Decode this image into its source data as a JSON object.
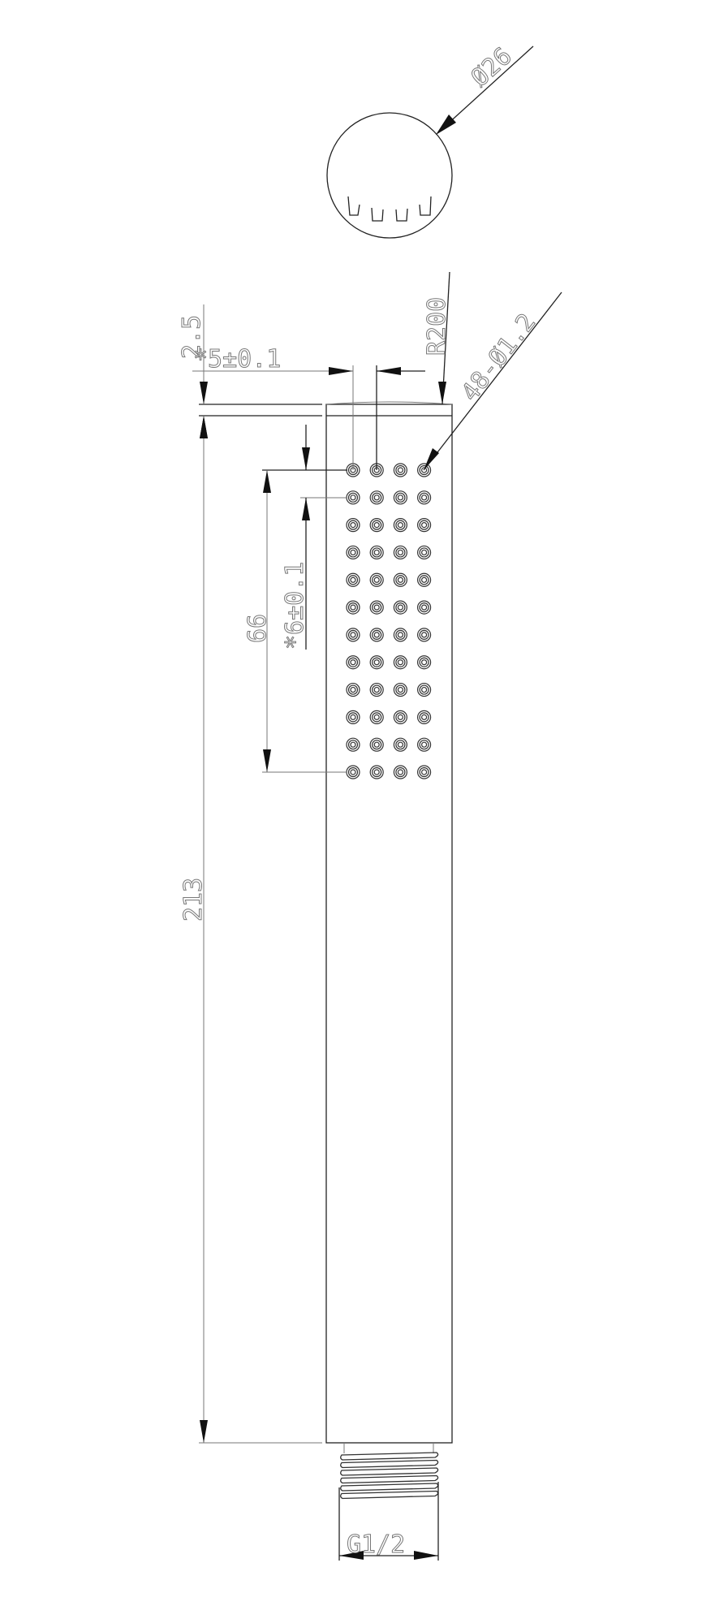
{
  "drawing": {
    "diameter_label": "Ø26",
    "radius_label": "R200",
    "holes_label": "48-Ø1.2",
    "top_thickness_label": "2.5",
    "hole_pitch_x_label": "*5±0.1",
    "hole_pitch_y_label": "*6±0.1",
    "hole_pattern_length_label": "66",
    "overall_length_label": "213",
    "thread_label": "G1/2"
  },
  "hole_grid": {
    "rows": 12,
    "columns": 4
  },
  "colors": {
    "line": "#222222",
    "dimension_text": "#777777"
  }
}
